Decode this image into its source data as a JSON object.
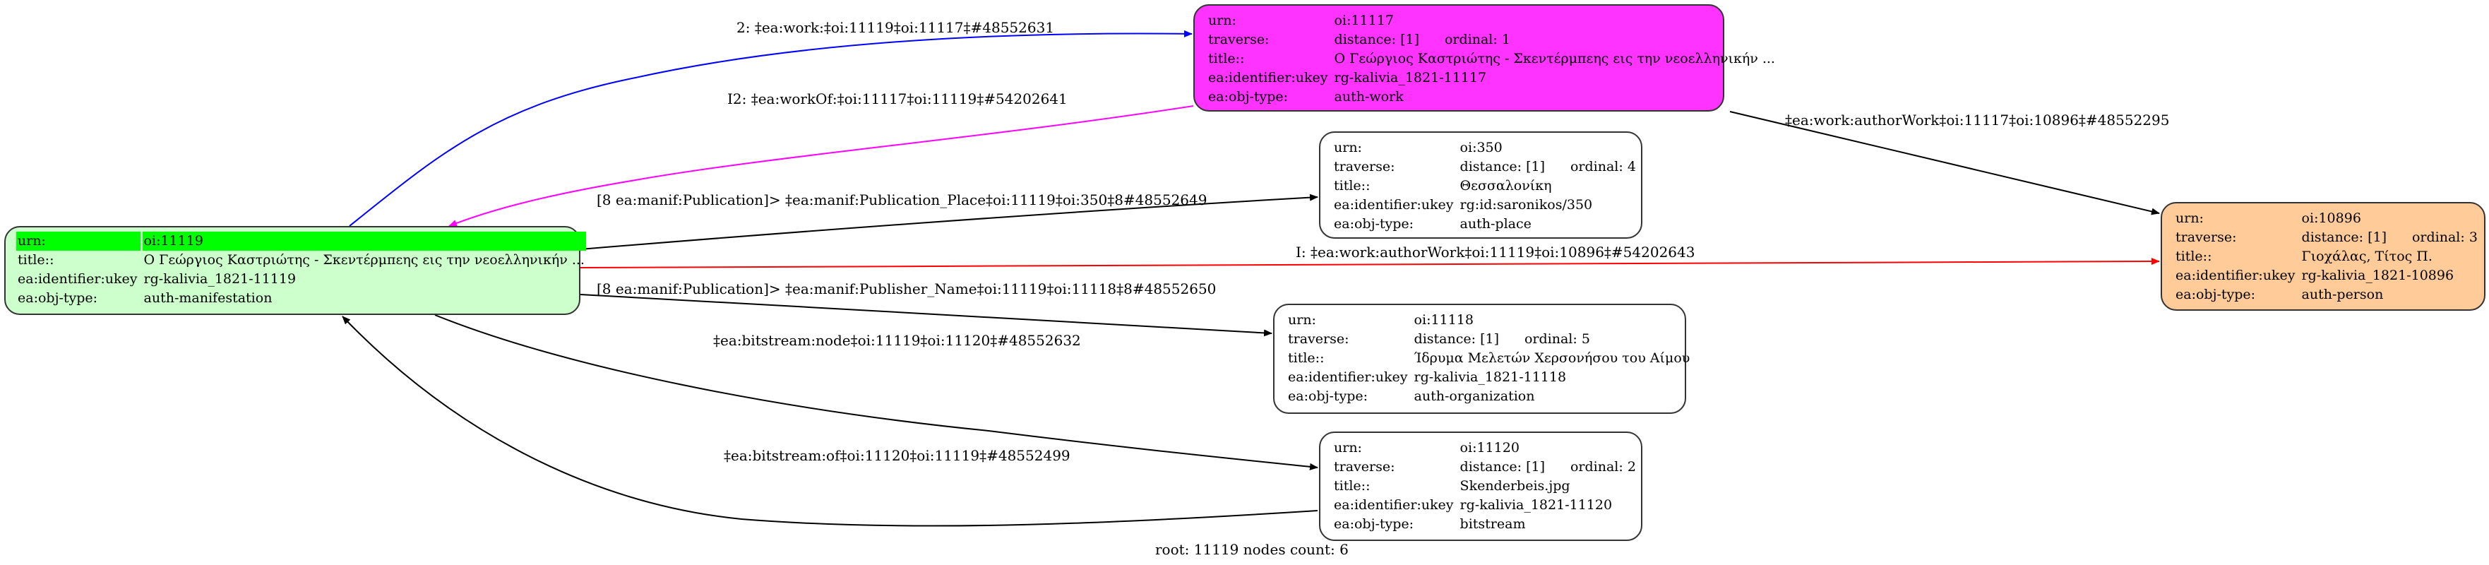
{
  "graph": {
    "footer": "root: 11119 nodes count: 6",
    "colors": {
      "root_fill": "#ccffcc",
      "root_highlight": "#00ff00",
      "work_fill": "#ff33ff",
      "person_fill": "#ffcc99",
      "default_fill": "#ffffff",
      "edge_work": "#0000ff",
      "edge_workOf": "#ff00ff",
      "edge_authorWork_inferred": "#ff0000",
      "edge_default": "#000000"
    },
    "nodes": [
      {
        "id": "oi:11119",
        "role": "root",
        "fill": "#ccffcc",
        "rows": [
          {
            "key": "urn:",
            "value": "oi:11119",
            "highlight": true
          },
          {
            "key": "title::",
            "value": "Ο Γεώργιος Καστριώτης - Σκεντέρμπεης εις την νεοελληνικήν ..."
          },
          {
            "key": "ea:identifier:ukey",
            "value": "rg-kalivia_1821-11119"
          },
          {
            "key": "ea:obj-type:",
            "value": "auth-manifestation"
          }
        ]
      },
      {
        "id": "oi:11117",
        "role": "work",
        "fill": "#ff33ff",
        "rows": [
          {
            "key": "urn:",
            "value": "oi:11117"
          },
          {
            "key": "traverse:",
            "value": "distance: [1]",
            "value2": "ordinal: 1"
          },
          {
            "key": "title::",
            "value": "Ο Γεώργιος Καστριώτης - Σκεντέρμπεης εις την νεοελληνικήν ..."
          },
          {
            "key": "ea:identifier:ukey",
            "value": "rg-kalivia_1821-11117"
          },
          {
            "key": "ea:obj-type:",
            "value": "auth-work"
          }
        ]
      },
      {
        "id": "oi:350",
        "role": "place",
        "fill": "#ffffff",
        "rows": [
          {
            "key": "urn:",
            "value": "oi:350"
          },
          {
            "key": "traverse:",
            "value": "distance: [1]",
            "value2": "ordinal: 4"
          },
          {
            "key": "title::",
            "value": "Θεσσαλονίκη"
          },
          {
            "key": "ea:identifier:ukey",
            "value": "rg:id:saronikos/350"
          },
          {
            "key": "ea:obj-type:",
            "value": "auth-place"
          }
        ]
      },
      {
        "id": "oi:10896",
        "role": "person",
        "fill": "#ffcc99",
        "rows": [
          {
            "key": "urn:",
            "value": "oi:10896"
          },
          {
            "key": "traverse:",
            "value": "distance: [1]",
            "value2": "ordinal: 3"
          },
          {
            "key": "title::",
            "value": "Γιοχάλας, Τίτος Π."
          },
          {
            "key": "ea:identifier:ukey",
            "value": "rg-kalivia_1821-10896"
          },
          {
            "key": "ea:obj-type:",
            "value": "auth-person"
          }
        ]
      },
      {
        "id": "oi:11118",
        "role": "organization",
        "fill": "#ffffff",
        "rows": [
          {
            "key": "urn:",
            "value": "oi:11118"
          },
          {
            "key": "traverse:",
            "value": "distance: [1]",
            "value2": "ordinal: 5"
          },
          {
            "key": "title::",
            "value": "Ίδρυμα Μελετών Χερσονήσου του Αίμου"
          },
          {
            "key": "ea:identifier:ukey",
            "value": "rg-kalivia_1821-11118"
          },
          {
            "key": "ea:obj-type:",
            "value": "auth-organization"
          }
        ]
      },
      {
        "id": "oi:11120",
        "role": "bitstream",
        "fill": "#ffffff",
        "rows": [
          {
            "key": "urn:",
            "value": "oi:11120"
          },
          {
            "key": "traverse:",
            "value": "distance: [1]",
            "value2": "ordinal: 2"
          },
          {
            "key": "title::",
            "value": "Skenderbeis.jpg"
          },
          {
            "key": "ea:identifier:ukey",
            "value": "rg-kalivia_1821-11120"
          },
          {
            "key": "ea:obj-type:",
            "value": "bitstream"
          }
        ]
      }
    ],
    "edges": [
      {
        "from": "oi:11119",
        "to": "oi:11117",
        "color": "#0000ff",
        "label": "2: ‡ea:work:‡oi:11119‡oi:11117‡#48552631"
      },
      {
        "from": "oi:11117",
        "to": "oi:11119",
        "color": "#ff00ff",
        "label": "I2: ‡ea:workOf:‡oi:11117‡oi:11119‡#54202641"
      },
      {
        "from": "oi:11117",
        "to": "oi:10896",
        "color": "#000000",
        "label": "‡ea:work:authorWork‡oi:11117‡oi:10896‡#48552295"
      },
      {
        "from": "oi:11119",
        "to": "oi:350",
        "color": "#000000",
        "label": "[8 ea:manif:Publication]> ‡ea:manif:Publication_Place‡oi:11119‡oi:350‡8#48552649"
      },
      {
        "from": "oi:11119",
        "to": "oi:10896",
        "color": "#ff0000",
        "label": "I: ‡ea:work:authorWork‡oi:11119‡oi:10896‡#54202643"
      },
      {
        "from": "oi:11119",
        "to": "oi:11118",
        "color": "#000000",
        "label": "[8 ea:manif:Publication]> ‡ea:manif:Publisher_Name‡oi:11119‡oi:11118‡8#48552650"
      },
      {
        "from": "oi:11119",
        "to": "oi:11120",
        "color": "#000000",
        "label": "‡ea:bitstream:node‡oi:11119‡oi:11120‡#48552632"
      },
      {
        "from": "oi:11120",
        "to": "oi:11119",
        "color": "#000000",
        "label": "‡ea:bitstream:of‡oi:11120‡oi:11119‡#48552499"
      }
    ]
  }
}
